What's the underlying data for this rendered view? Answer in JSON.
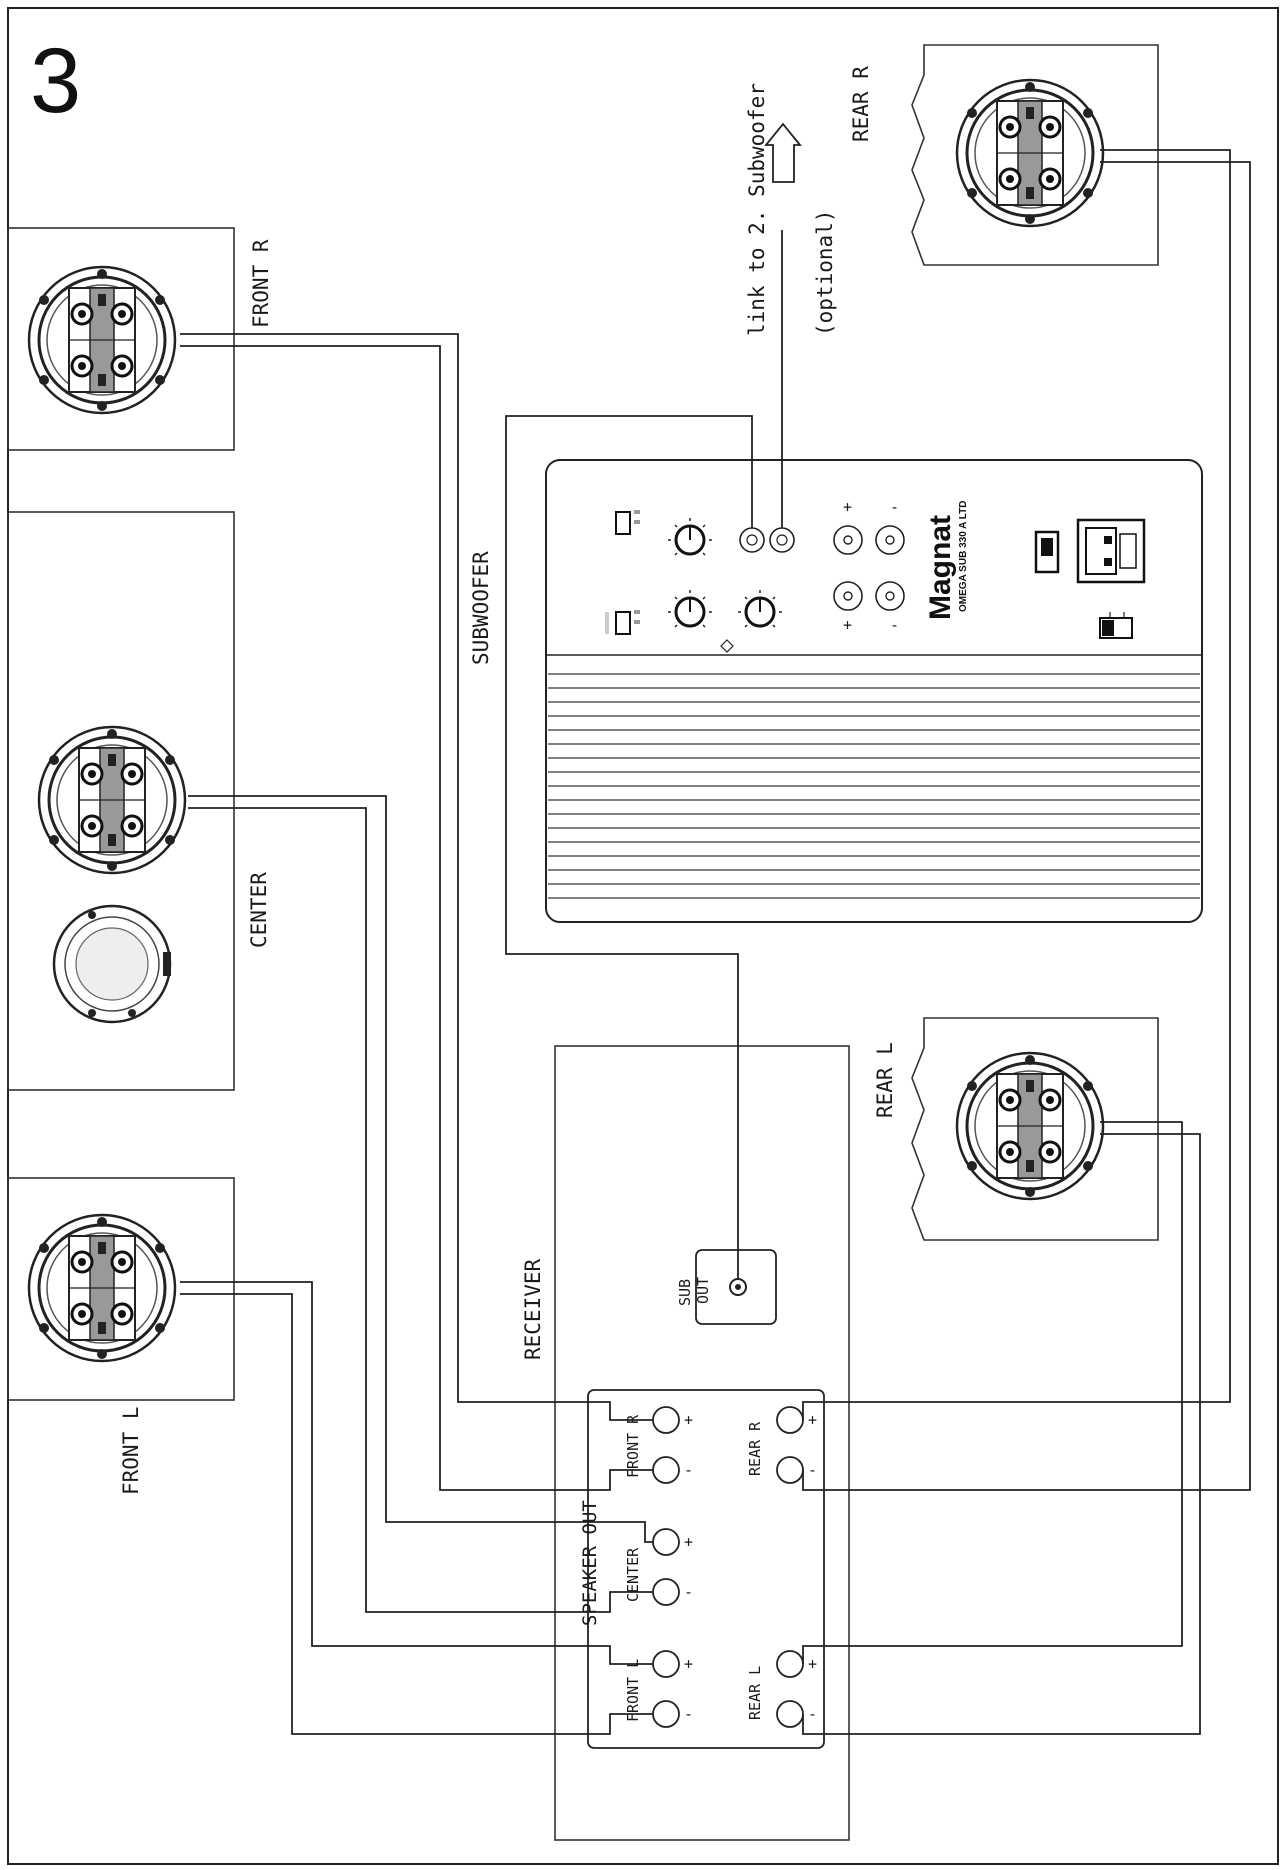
{
  "figure_number": "3",
  "speakers": {
    "front_r": "FRONT R",
    "center": "CENTER",
    "front_l": "FRONT L",
    "rear_r": "REAR R",
    "rear_l": "REAR L"
  },
  "subwoofer": {
    "label": "SUBWOOFER",
    "brand": "Magnat",
    "model": "OMEGA SUB 330 A LTD"
  },
  "link_note": {
    "line1": "link to 2. Subwoofer",
    "line2": "(optional)"
  },
  "receiver": {
    "label": "RECEIVER",
    "sub_out_1": "SUB",
    "sub_out_2": "OUT",
    "speaker_out": "SPEAKER OUT",
    "terminals": {
      "front_r": "FRONT R",
      "center": "CENTER",
      "front_l": "FRONT L",
      "rear_r": "REAR R",
      "rear_l": "REAR L"
    },
    "plus": "+",
    "minus": "-"
  },
  "panel_symbols": {
    "plus": "+",
    "minus": "-"
  }
}
